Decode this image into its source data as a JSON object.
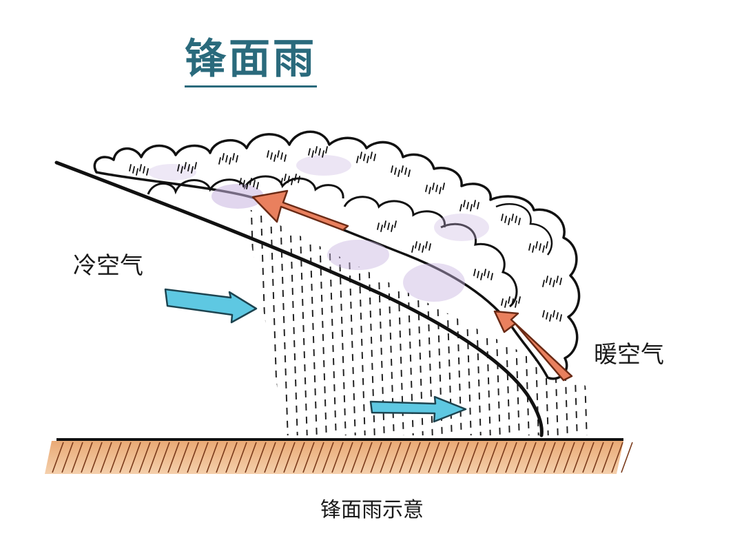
{
  "title": "锋面雨",
  "labels": {
    "cold_air": "冷空气",
    "warm_air": "暖空气"
  },
  "caption": "锋面雨示意",
  "colors": {
    "title": "#2a6a7c",
    "warm_arrow": "#e9805e",
    "cold_arrow": "#5ec8e2",
    "ground": "#e8a468",
    "cloud_shade": "#c8b4e0",
    "front_line": "#111111"
  }
}
